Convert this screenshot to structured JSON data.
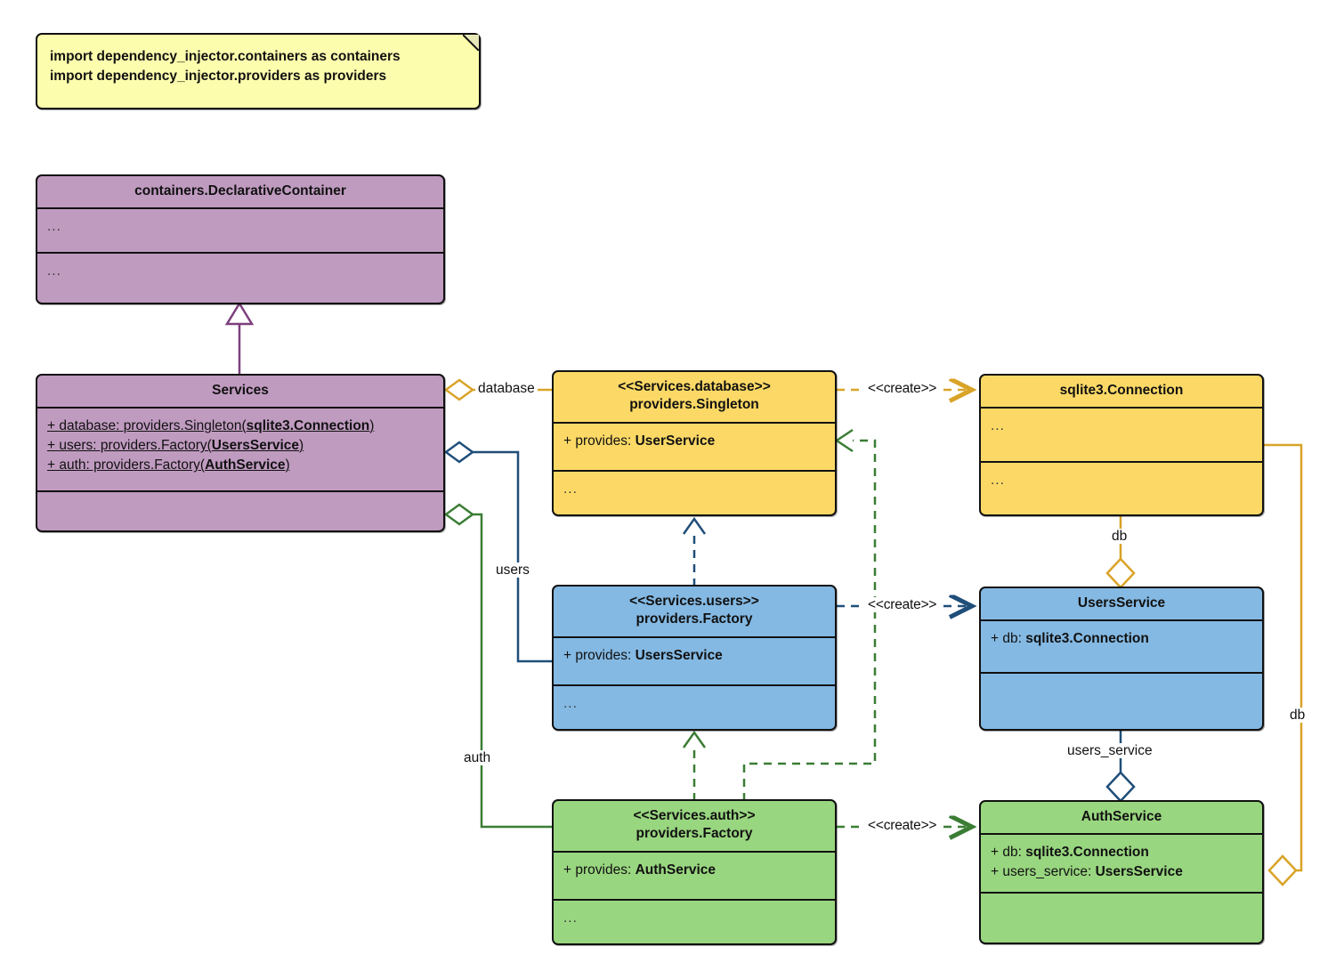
{
  "diagram": {
    "title": "Dependency Injector services UML diagram",
    "colors": {
      "container_fill": "#c09bc0",
      "container_stroke": "#7d3f7d",
      "database_fill": "#fcd966",
      "database_stroke": "#d9a327",
      "users_fill": "#84b9e3",
      "users_stroke": "#1f4e79",
      "auth_fill": "#99d680",
      "auth_stroke": "#3a7d34",
      "note_fill": "#fdfdae",
      "outline": "#111111"
    }
  },
  "note": {
    "name": "imports-note",
    "lines": [
      "import dependency_injector.containers as containers",
      "import dependency_injector.providers as providers"
    ]
  },
  "classes": {
    "declarative_container": {
      "name": "containers.DeclarativeContainer",
      "title": "containers.DeclarativeContainer",
      "attributes": "...",
      "operations": "..."
    },
    "services": {
      "name": "Services",
      "title": "Services",
      "attributes": [
        {
          "visibility": "+",
          "label": "database: providers.Singleton(",
          "type": "sqlite3.Connection",
          "suffix": ")"
        },
        {
          "visibility": "+",
          "label": "users: providers.Factory(",
          "type": "UsersService",
          "suffix": ")"
        },
        {
          "visibility": "+",
          "label": "auth: providers.Factory(",
          "type": "AuthService",
          "suffix": ")"
        }
      ],
      "operations": ""
    },
    "database_provider": {
      "name": "Services.database provider",
      "stereotype": "<<Services.database>>",
      "title": "providers.Singleton",
      "attribute_prefix": "+ provides: ",
      "attribute_type": "UserService",
      "operations": "..."
    },
    "users_provider": {
      "name": "Services.users provider",
      "stereotype": "<<Services.users>>",
      "title": "providers.Factory",
      "attribute_prefix": "+ provides: ",
      "attribute_type": "UsersService",
      "operations": "..."
    },
    "auth_provider": {
      "name": "Services.auth provider",
      "stereotype": "<<Services.auth>>",
      "title": "providers.Factory",
      "attribute_prefix": "+ provides: ",
      "attribute_type": "AuthService",
      "operations": "..."
    },
    "sqlite3_connection": {
      "name": "sqlite3.Connection",
      "title": "sqlite3.Connection",
      "attributes": "...",
      "operations": "..."
    },
    "users_service": {
      "name": "UsersService",
      "title": "UsersService",
      "attributes": [
        {
          "prefix": "+ db: ",
          "type": "sqlite3.Connection"
        }
      ],
      "operations": ""
    },
    "auth_service": {
      "name": "AuthService",
      "title": "AuthService",
      "attributes": [
        {
          "prefix": "+ db: ",
          "type": "sqlite3.Connection"
        },
        {
          "prefix": "+ users_service: ",
          "type": "UsersService"
        }
      ],
      "operations": ""
    }
  },
  "edges": {
    "generalization": {
      "label": "",
      "from": "Services",
      "to": "containers.DeclarativeContainer"
    },
    "database_assoc": {
      "label": "database"
    },
    "users_assoc": {
      "label": "users"
    },
    "auth_assoc": {
      "label": "auth"
    },
    "create_database": {
      "label": "<<create>>"
    },
    "create_users": {
      "label": "<<create>>"
    },
    "create_auth": {
      "label": "<<create>>"
    },
    "db_users": {
      "label": "db"
    },
    "db_auth": {
      "label": "db"
    },
    "users_service_assoc": {
      "label": "users_service"
    }
  }
}
